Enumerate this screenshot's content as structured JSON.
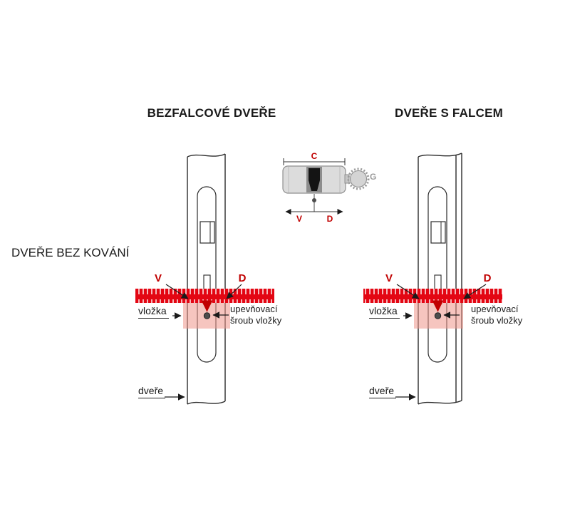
{
  "headings": {
    "left": "BEZFALCOVÉ DVEŘE",
    "right": "DVEŘE S FALCEM",
    "side_note": "DVEŘE BEZ KOVÁNÍ"
  },
  "cylinder_legend": {
    "c_label": "C",
    "v_label": "V",
    "d_label": "D",
    "g_label": "G"
  },
  "left_diagram": {
    "v_label": "V",
    "d_label": "D",
    "cylinder_label": "vložka",
    "screw_label_line1": "upevňovací",
    "screw_label_line2": "šroub vložky",
    "door_label": "dveře"
  },
  "right_diagram": {
    "v_label": "V",
    "d_label": "D",
    "cylinder_label": "vložka",
    "screw_label_line1": "upevňovací",
    "screw_label_line2": "šroub vložky",
    "door_label": "dveře"
  },
  "colors": {
    "measure_red": "#c00000",
    "ruler_red": "#e30613",
    "highlight_pink": "#ef958b",
    "line_black": "#1a1a1a",
    "cylinder_gray": "#dcdcdc",
    "g_gray": "#9b9b9b"
  }
}
